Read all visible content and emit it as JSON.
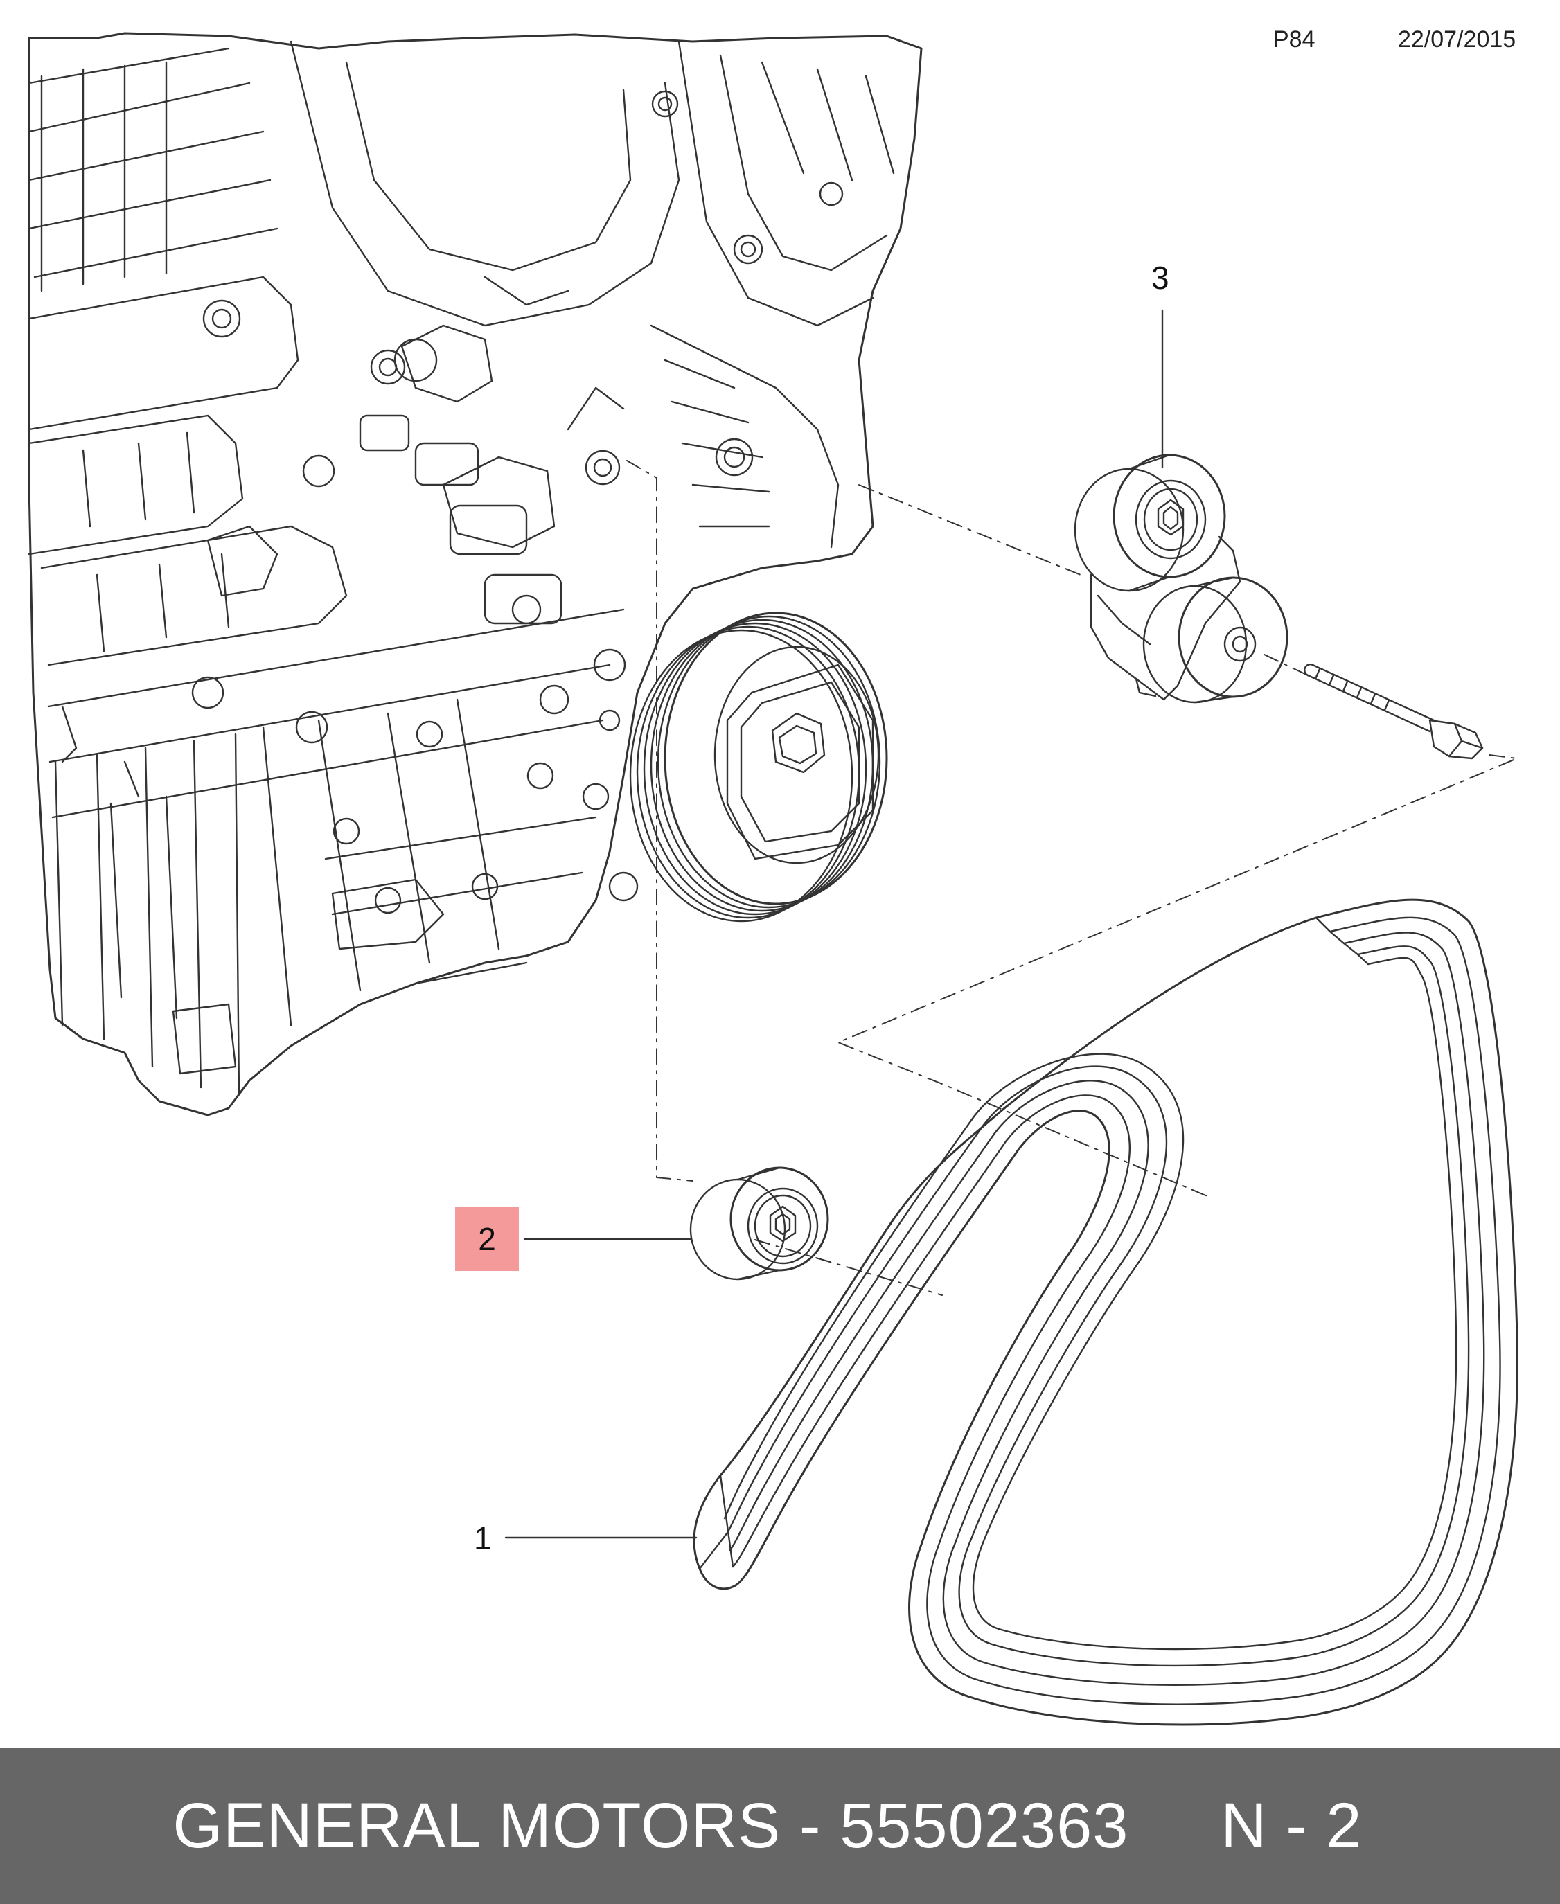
{
  "header": {
    "page_code": "P84",
    "date": "22/07/2015"
  },
  "callouts": {
    "belt": "1",
    "idler_pulley": "2",
    "tensioner": "3"
  },
  "colors": {
    "highlight": "#f59a9a",
    "footer_bg": "#666666",
    "footer_text": "#ffffff",
    "line": "#333333"
  },
  "footer": {
    "text": "GENERAL MOTORS - 55502363     N - 2"
  }
}
